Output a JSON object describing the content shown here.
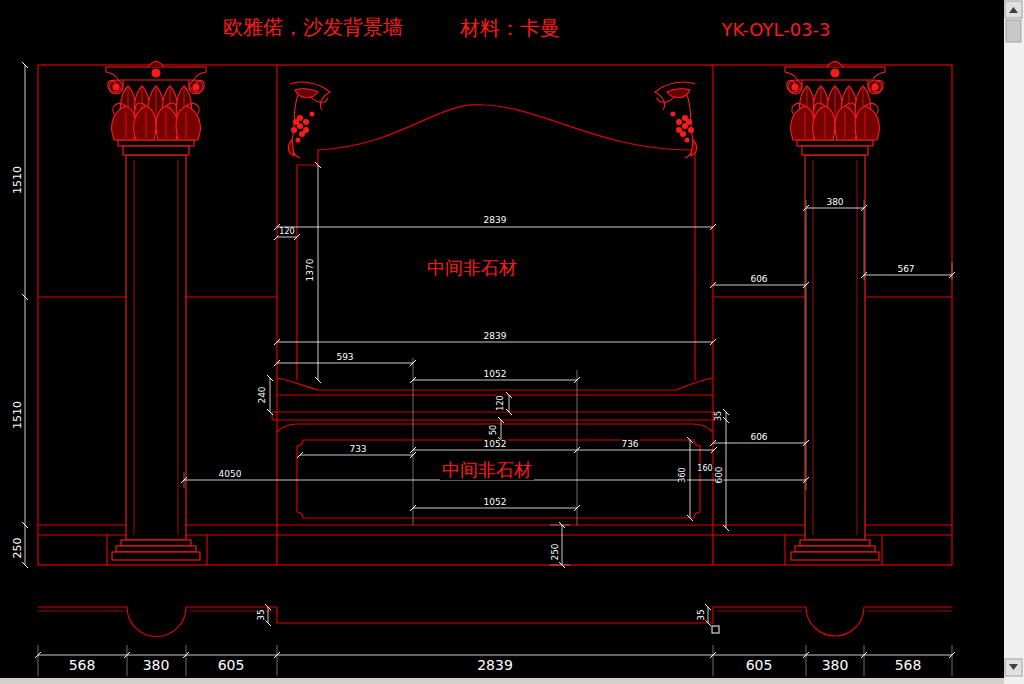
{
  "diagram": {
    "title": "欧雅偌，沙发背景墙",
    "nodes": [
      {
        "text": [
          "中间非石材"
        ]
      },
      {
        "text": [
          "中间非石材"
        ]
      }
    ],
    "labels": [
      "材料：卡曼",
      "YK-OYL-03-3",
      "1510",
      "1510",
      "250",
      "2839",
      "120",
      "1370",
      "2839",
      "593",
      "1052",
      "240",
      "120",
      "50",
      "733",
      "1052",
      "736",
      "4050",
      "360",
      "160",
      "600",
      "35",
      "606",
      "1052",
      "250",
      "380",
      "606",
      "567",
      "35",
      "35",
      "568",
      "380",
      "605",
      "2839",
      "605",
      "380",
      "568"
    ]
  }
}
